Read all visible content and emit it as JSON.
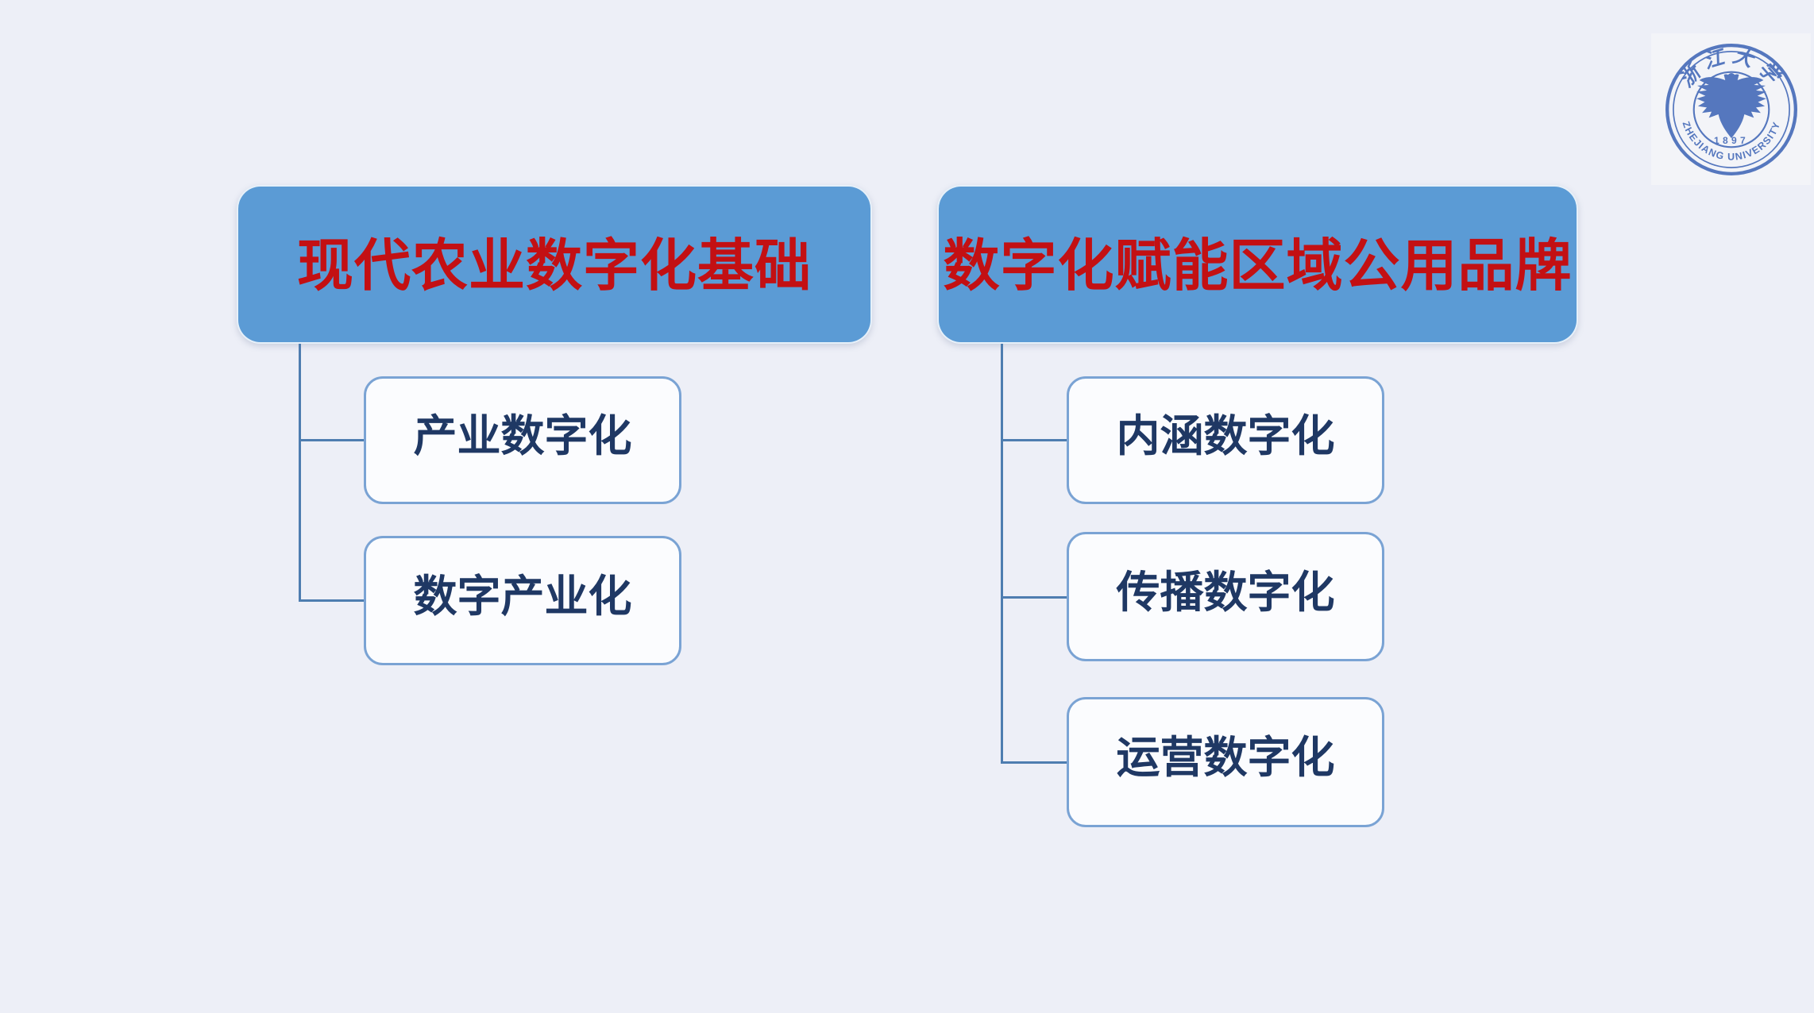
{
  "page": {
    "bg": "#EDEFF7"
  },
  "colors": {
    "page_bg": "#EDEFF7",
    "header_fill": "#5B9BD5",
    "header_text": "#C31013",
    "child_fill": "#FBFCFE",
    "child_border": "#7AA3D4",
    "child_text": "#1F3864",
    "connector": "#4E7DB0",
    "logo_bg": "#F3F4F8",
    "logo_blue": "#5577BE"
  },
  "logo": {
    "name": "zhejiang-university-seal",
    "top_text": "浙江大学",
    "bottom_text": "ZHEJIANG UNIVERSITY",
    "year": "1897"
  },
  "diagram": {
    "trees": [
      {
        "header": "现代农业数字化基础",
        "children": [
          "产业数字化",
          "数字产业化"
        ]
      },
      {
        "header": "数字化赋能区域公用品牌",
        "children": [
          "内涵数字化",
          "传播数字化",
          "运营数字化"
        ]
      }
    ]
  }
}
